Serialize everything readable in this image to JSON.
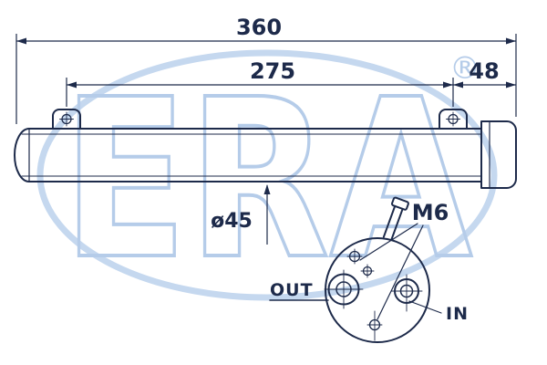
{
  "watermark": {
    "brand": "ERA",
    "registered": "®"
  },
  "dimensions": {
    "overall_length": "360",
    "mount_span": "275",
    "right_offset": "48",
    "body_diameter": "ø45",
    "thread_size": "M6"
  },
  "ports": {
    "out": "OUT",
    "in": "IN"
  },
  "colors": {
    "line": "#1d2a4a",
    "watermark": "#b5cce9",
    "background": "#ffffff"
  }
}
